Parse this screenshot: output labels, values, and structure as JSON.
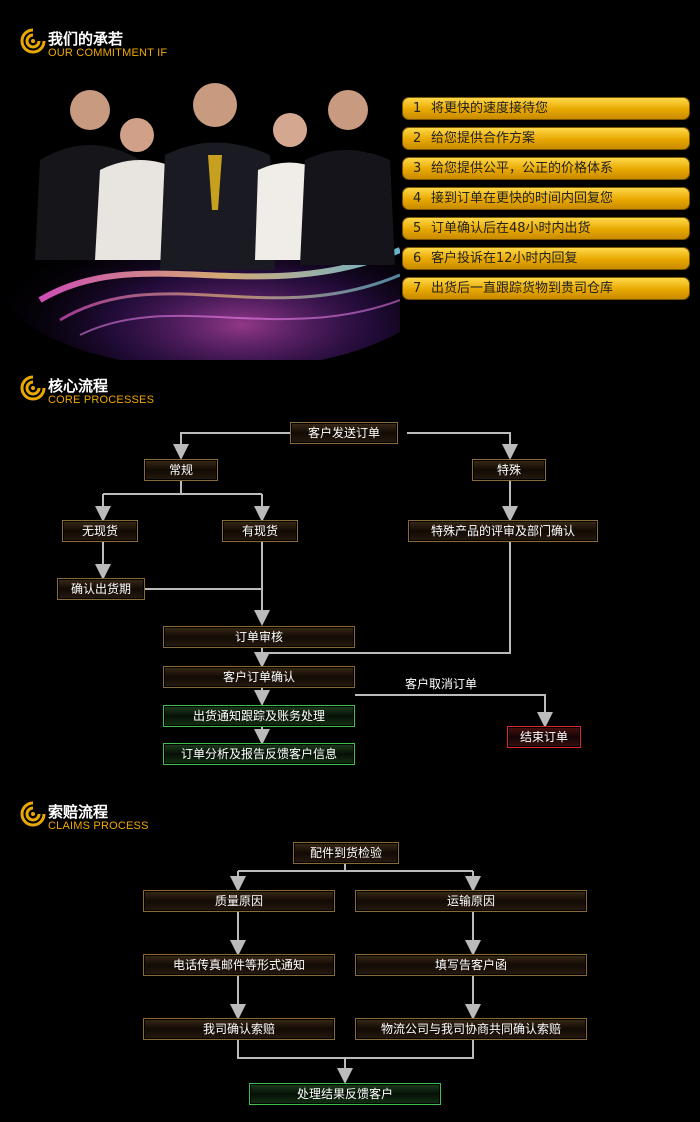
{
  "commitment": {
    "title": "我们的承若",
    "subtitle": "OUR COMMITMENT IF",
    "items": [
      {
        "num": "1",
        "text": "将更快的速度接待您"
      },
      {
        "num": "2",
        "text": "给您提供合作方案"
      },
      {
        "num": "3",
        "text": "给您提供公平，公正的价格体系"
      },
      {
        "num": "4",
        "text": "接到订单在更快的时间内回复您"
      },
      {
        "num": "5",
        "text": "订单确认后在48小时内出货"
      },
      {
        "num": "6",
        "text": "客户投诉在12小时内回复"
      },
      {
        "num": "7",
        "text": "出货后一直跟踪货物到贵司仓库"
      }
    ]
  },
  "core": {
    "title": "核心流程",
    "subtitle": "CORE PROCESSES",
    "nodes": {
      "send_order": "客户发送订单",
      "regular": "常规",
      "special": "特殊",
      "no_stock": "无现货",
      "in_stock": "有现货",
      "special_review": "特殊产品的评审及部门确认",
      "confirm_date": "确认出货期",
      "order_review": "订单审核",
      "customer_confirm": "客户订单确认",
      "shipping_notice": "出货通知跟踪及账务处理",
      "order_analysis": "订单分析及报告反馈客户信息",
      "end_order": "结束订单"
    },
    "cancel_label": "客户取消订单"
  },
  "claims": {
    "title": "索赔流程",
    "subtitle": "CLAIMS PROCESS",
    "nodes": {
      "inspection": "配件到货检验",
      "quality": "质量原因",
      "transport": "运输原因",
      "notify": "电话传真邮件等形式通知",
      "letter": "填写告客户函",
      "confirm_claim": "我司确认索赔",
      "joint_confirm": "物流公司与我司协商共同确认索赔",
      "feedback": "处理结果反馈客户"
    }
  }
}
